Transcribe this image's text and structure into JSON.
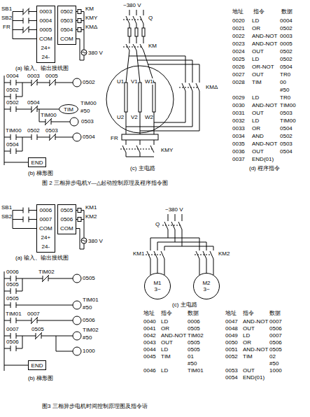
{
  "diagram": {
    "nodes": [
      {
        "text": [
          "0003",
          "0004",
          "0005",
          "COM",
          "24+",
          "24-"
        ]
      },
      {
        "text": [
          "0502",
          "0503",
          "0504",
          "COM"
        ]
      },
      {
        "text": [
          "TIM"
        ]
      },
      {
        "text": [
          "END"
        ]
      },
      {
        "text": [
          "0006",
          "0007",
          "COM",
          "24+",
          "24-"
        ]
      },
      {
        "text": [
          "0505",
          "0506",
          "COM"
        ]
      },
      {
        "text": [
          "END"
        ]
      },
      {
        "text": [
          "M1",
          "3~"
        ]
      },
      {
        "text": [
          "M2",
          "3~"
        ]
      }
    ],
    "labels": [
      "SB1",
      "SB2",
      "FR",
      "KM",
      "KMY",
      "KMΔ",
      "380 V",
      "(a) 输入、输出接线图",
      "0004",
      "0003",
      "0005",
      "0502",
      "0502",
      "0502",
      "0504",
      "TIM00",
      "#50",
      "TIM00",
      "0503",
      "TIM00",
      "0502",
      "0503",
      "0504",
      "0504",
      "(b) 梯形图",
      "~380 V",
      "Q",
      "KM",
      "U1",
      "V1",
      "W1",
      "U2",
      "V2",
      "W2",
      "KMΔ",
      "FR",
      "KMY",
      "(c) 主电路",
      "地址",
      "指令",
      "数据",
      "0020",
      "LD",
      "0004",
      "0021",
      "OR",
      "0502",
      "0022",
      "AND-NOT",
      "0003",
      "0023",
      "AND-NOT",
      "0005",
      "0024",
      "OUT",
      "0502",
      "0025",
      "LD",
      "0502",
      "0026",
      "OR-NOT",
      "0504",
      "0027",
      "OUT",
      "TR0",
      "0028",
      "TIM",
      "00",
      "#50",
      "0029",
      "LD",
      "TR0",
      "0030",
      "AND-NOT",
      "TIM00",
      "0031",
      "OUT",
      "0503",
      "0032",
      "LD",
      "TIM00",
      "0033",
      "OR",
      "0504",
      "0034",
      "AND",
      "0502",
      "0035",
      "AND-NOT",
      "0503",
      "0036",
      "OUT",
      "0504",
      "0037",
      "END(01)",
      "(d) 程序指令",
      "图 2 三相异步电机Y—△起动控制原理及程序指令图",
      "SB1",
      "SB2",
      "KM1",
      "KM2",
      "380 V",
      "(a) 输入、输出接线图",
      "0006",
      "TIM02",
      "0505",
      "0505",
      "0505",
      "TIM01",
      "#50",
      "TIM01",
      "0007",
      "0506",
      "0007",
      "0505",
      "TIM02",
      "#50",
      "0506",
      "1000",
      "(b) 梯形图",
      "~380 V",
      "Q",
      "KM1",
      "KM2",
      "(c) 主电路",
      "地址",
      "指令",
      "数据",
      "地址",
      "指令",
      "数据",
      "0040",
      "LD",
      "0006",
      "0041",
      "OR",
      "0505",
      "0042",
      "AND-NOT",
      "TIM02",
      "0043",
      "OUT",
      "0505",
      "0044",
      "LD",
      "0505",
      "0045",
      "TIM",
      "01",
      "#50",
      "0046",
      "LD",
      "TIM01",
      "0047",
      "AND-NOT",
      "0007",
      "0048",
      "OUT",
      "0506",
      "0049",
      "LD",
      "0007",
      "0050",
      "OR",
      "0506",
      "0051",
      "AND-NOT",
      "0505",
      "0052",
      "TIM",
      "02",
      "#50",
      "0053",
      "OUT",
      "1000",
      "0054",
      "END(01)",
      "图3 三相异步电机时间控制原理图及指令语"
    ]
  }
}
